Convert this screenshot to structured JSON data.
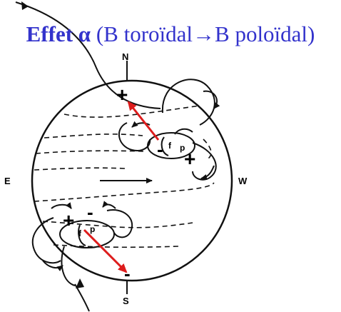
{
  "title": {
    "bold_part": "Effet α",
    "rest": " (B toroïdal",
    "arrow": "→",
    "end": "B poloïdal)"
  },
  "labels": {
    "north": "N",
    "south": "S",
    "east": "E",
    "west": "W",
    "f_north": "f",
    "p_north": "p",
    "f_south": "f",
    "p_south": "p",
    "plus_n_top": "+",
    "minus_n": "-",
    "plus_n_right": "+",
    "plus_s": "+",
    "minus_s_top": "-",
    "minus_s_bottom": "-"
  },
  "colors": {
    "title": "#3333cc",
    "tilt_arrow": "#dd1c1c",
    "ink": "#111111"
  }
}
